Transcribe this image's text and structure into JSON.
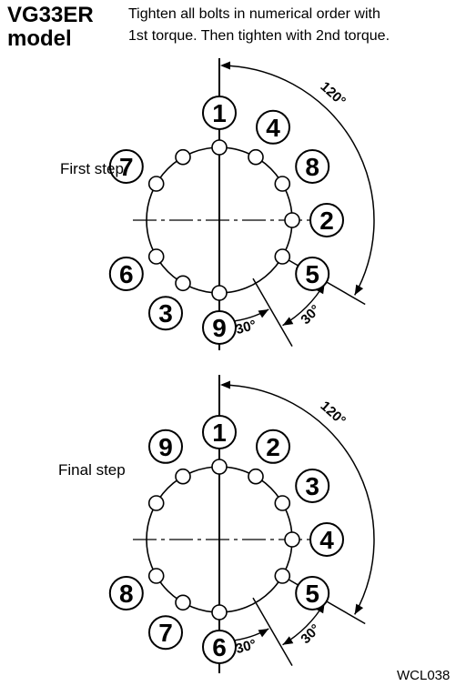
{
  "header": {
    "model": "VG33ER\nmodel",
    "instruction": "Tighten all bolts in numerical order with\n1st torque. Then tighten with 2nd torque."
  },
  "steps": [
    {
      "label": "First step",
      "bolts": [
        {
          "angle": 0,
          "number": "1"
        },
        {
          "angle": 30,
          "number": "4"
        },
        {
          "angle": 60,
          "number": "8"
        },
        {
          "angle": 90,
          "number": "2"
        },
        {
          "angle": 120,
          "number": "5"
        },
        {
          "angle": 180,
          "number": "9"
        },
        {
          "angle": 210,
          "number": "3"
        },
        {
          "angle": 240,
          "number": "6"
        },
        {
          "angle": 300,
          "number": "7"
        }
      ],
      "angles": {
        "arc": "120°",
        "spacing_a": "30°",
        "spacing_b": "30°"
      }
    },
    {
      "label": "Final step",
      "bolts": [
        {
          "angle": 0,
          "number": "1"
        },
        {
          "angle": 30,
          "number": "2"
        },
        {
          "angle": 60,
          "number": "3"
        },
        {
          "angle": 90,
          "number": "4"
        },
        {
          "angle": 120,
          "number": "5"
        },
        {
          "angle": 180,
          "number": "6"
        },
        {
          "angle": 210,
          "number": "7"
        },
        {
          "angle": 240,
          "number": "8"
        },
        {
          "angle": 330,
          "number": "9"
        }
      ],
      "angles": {
        "arc": "120°",
        "spacing_a": "30°",
        "spacing_b": "30°"
      }
    }
  ],
  "figure_code": "WCL038"
}
